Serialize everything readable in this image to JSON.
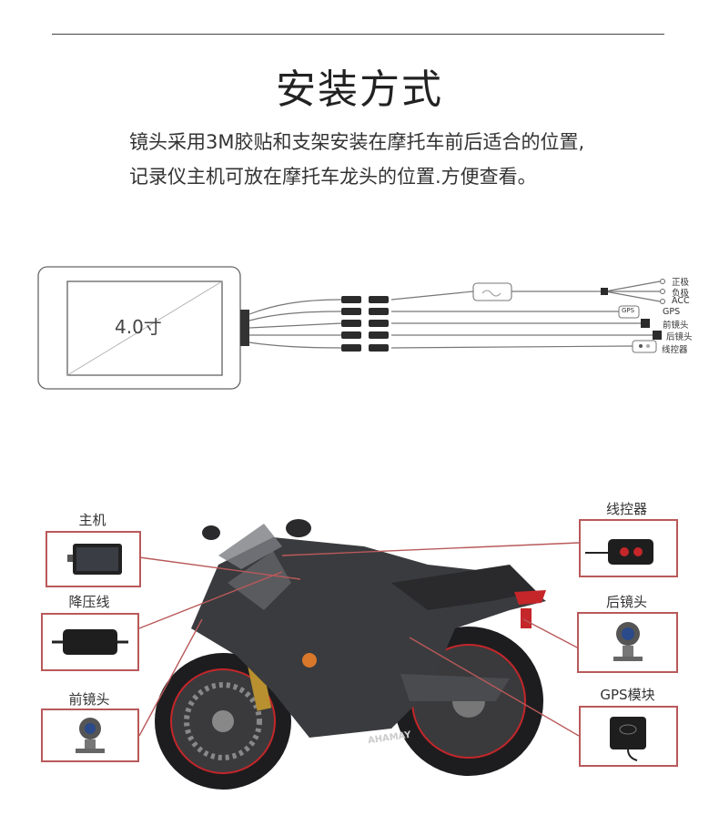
{
  "title": "安装方式",
  "description": [
    "镜头采用3M胶贴和支架安装在摩托车前后适合的位置,",
    "记录仪主机可放在摩托车龙头的位置.方便查看。"
  ],
  "wiring": {
    "screen_size": "4.0寸",
    "gps_tag": "GPS",
    "wires": [
      "正极",
      "负极",
      "ACC",
      "GPS",
      "前镜头",
      "后镜头",
      "线控器"
    ]
  },
  "components": {
    "host": "主机",
    "step_down": "降压线",
    "front_camera": "前镜头",
    "remote": "线控器",
    "rear_camera": "后镜头",
    "gps_module": "GPS模块"
  },
  "bike_text": "AHAMAY",
  "colors": {
    "connector": "#b9595a",
    "bike": "#3a3b3e",
    "accent_red": "#c4262a"
  }
}
